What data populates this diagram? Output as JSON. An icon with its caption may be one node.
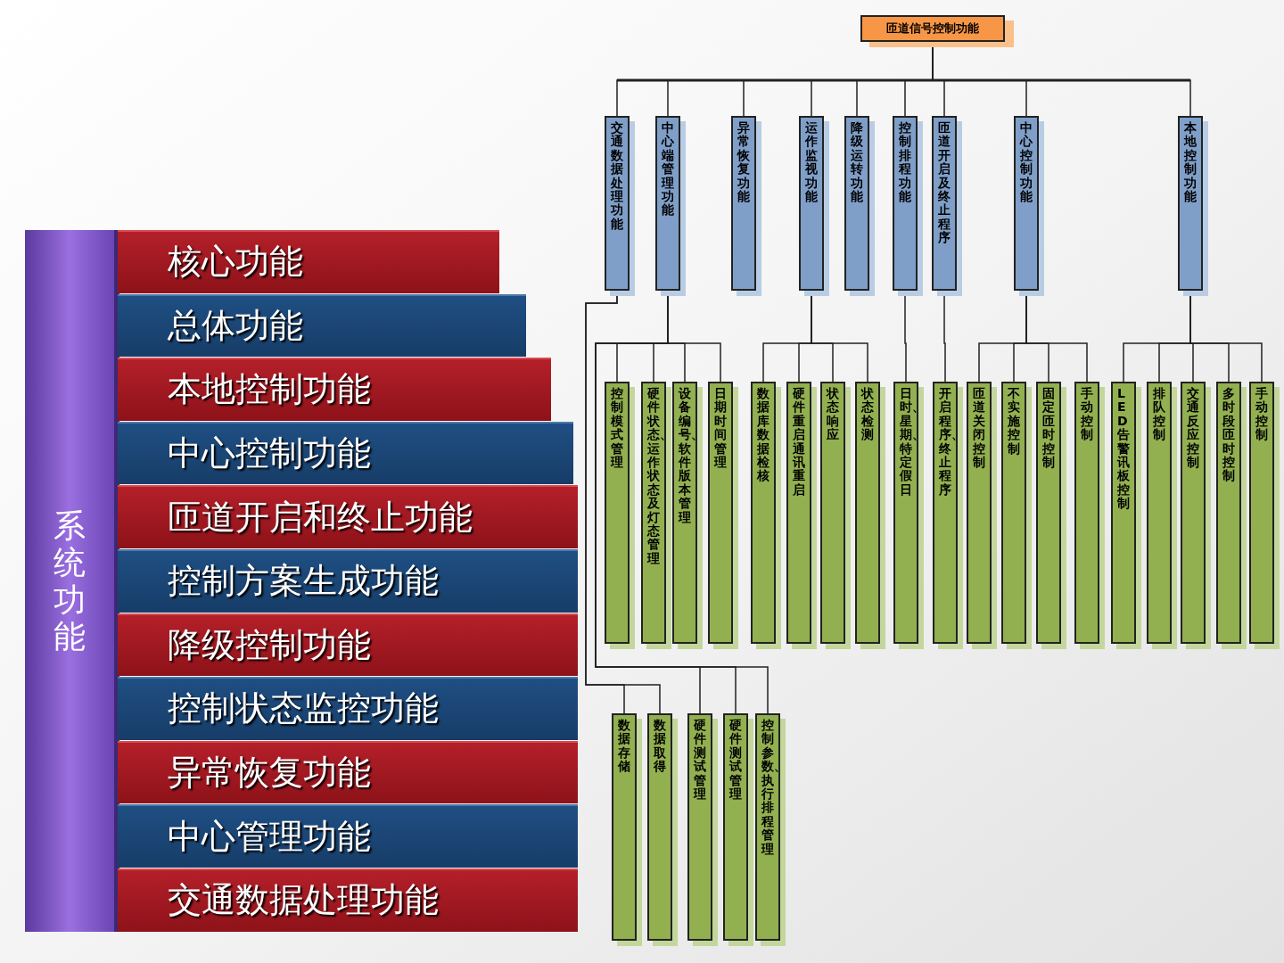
{
  "diagram": {
    "nodes": [
      {
        "text": [
          "系统功能"
        ]
      },
      {
        "text": [
          "核心功能"
        ]
      },
      {
        "text": [
          "总体功能"
        ]
      },
      {
        "text": [
          "本地控制功能"
        ]
      },
      {
        "text": [
          "中心控制功能"
        ]
      },
      {
        "text": [
          "匝道开启和终止功能"
        ]
      },
      {
        "text": [
          "控制方案生成功能"
        ]
      },
      {
        "text": [
          "降级控制功能"
        ]
      },
      {
        "text": [
          "控制状态监控功能"
        ]
      },
      {
        "text": [
          "异常恢复功能"
        ]
      },
      {
        "text": [
          "中心管理功能"
        ]
      },
      {
        "text": [
          "交通数据处理功能"
        ]
      },
      {
        "text": [
          "匝道信号控制功能"
        ]
      },
      {
        "text": [
          "交通数据处理功能"
        ]
      },
      {
        "text": [
          "中心端管理功能"
        ]
      },
      {
        "text": [
          "异常恢复功能"
        ]
      },
      {
        "text": [
          "运作监视功能"
        ]
      },
      {
        "text": [
          "降级运转功能"
        ]
      },
      {
        "text": [
          "控制排程功能"
        ]
      },
      {
        "text": [
          "匝道开启及终止程序"
        ]
      },
      {
        "text": [
          "中心控制功能"
        ]
      },
      {
        "text": [
          "本地控制功能"
        ]
      },
      {
        "text": [
          "控制模式管理"
        ]
      },
      {
        "text": [
          "硬件状态、运作状态及灯态管理"
        ]
      },
      {
        "text": [
          "设备编号、软件版本管理"
        ]
      },
      {
        "text": [
          "日期时间管理"
        ]
      },
      {
        "text": [
          "数据库数据检核"
        ]
      },
      {
        "text": [
          "硬件重启通讯重启"
        ]
      },
      {
        "text": [
          "状态响应"
        ]
      },
      {
        "text": [
          "状态检测"
        ]
      },
      {
        "text": [
          "日时、星期、特定假日"
        ]
      },
      {
        "text": [
          "开启程序、终止程序"
        ]
      },
      {
        "text": [
          "匝道关闭控制"
        ]
      },
      {
        "text": [
          "不实施控制"
        ]
      },
      {
        "text": [
          "固定匝时控制"
        ]
      },
      {
        "text": [
          "手动控制"
        ]
      },
      {
        "text": [
          "LED告警讯板控制"
        ]
      },
      {
        "text": [
          "排队控制"
        ]
      },
      {
        "text": [
          "交通反应控制"
        ]
      },
      {
        "text": [
          "多时段匝时控制"
        ]
      },
      {
        "text": [
          "手动控制"
        ]
      },
      {
        "text": [
          "数据存储"
        ]
      },
      {
        "text": [
          "数据取得"
        ]
      },
      {
        "text": [
          "硬件测试管理"
        ]
      },
      {
        "text": [
          "硬件测试管理"
        ]
      },
      {
        "text": [
          "控制参数、执行排程管理"
        ]
      }
    ],
    "edges": [
      {
        "from": 12,
        "to": 13,
        "arrow": "none"
      },
      {
        "from": 12,
        "to": 14,
        "arrow": "none"
      },
      {
        "from": 12,
        "to": 15,
        "arrow": "none"
      },
      {
        "from": 12,
        "to": 16,
        "arrow": "none"
      },
      {
        "from": 12,
        "to": 17,
        "arrow": "none"
      },
      {
        "from": 12,
        "to": 18,
        "arrow": "none"
      },
      {
        "from": 12,
        "to": 19,
        "arrow": "none"
      },
      {
        "from": 12,
        "to": 20,
        "arrow": "none"
      },
      {
        "from": 12,
        "to": 21,
        "arrow": "none"
      },
      {
        "from": 14,
        "to": 22,
        "arrow": "none"
      },
      {
        "from": 14,
        "to": 23,
        "arrow": "none"
      },
      {
        "from": 14,
        "to": 24,
        "arrow": "none"
      },
      {
        "from": 14,
        "to": 25,
        "arrow": "none"
      },
      {
        "from": 16,
        "to": 26,
        "arrow": "none"
      },
      {
        "from": 16,
        "to": 27,
        "arrow": "none"
      },
      {
        "from": 16,
        "to": 28,
        "arrow": "none"
      },
      {
        "from": 16,
        "to": 29,
        "arrow": "none"
      },
      {
        "from": 18,
        "to": 30,
        "arrow": "none"
      },
      {
        "from": 19,
        "to": 31,
        "arrow": "none"
      },
      {
        "from": 20,
        "to": 32,
        "arrow": "none"
      },
      {
        "from": 20,
        "to": 33,
        "arrow": "none"
      },
      {
        "from": 20,
        "to": 34,
        "arrow": "none"
      },
      {
        "from": 20,
        "to": 35,
        "arrow": "none"
      },
      {
        "from": 21,
        "to": 36,
        "arrow": "none"
      },
      {
        "from": 21,
        "to": 37,
        "arrow": "none"
      },
      {
        "from": 21,
        "to": 38,
        "arrow": "none"
      },
      {
        "from": 21,
        "to": 39,
        "arrow": "none"
      },
      {
        "from": 21,
        "to": 40,
        "arrow": "none"
      },
      {
        "from": 13,
        "to": 41,
        "arrow": "none"
      },
      {
        "from": 13,
        "to": 42,
        "arrow": "none"
      },
      {
        "from": 14,
        "to": 43,
        "arrow": "none"
      },
      {
        "from": 14,
        "to": 44,
        "arrow": "none"
      },
      {
        "from": 14,
        "to": 45,
        "arrow": "none"
      }
    ]
  }
}
